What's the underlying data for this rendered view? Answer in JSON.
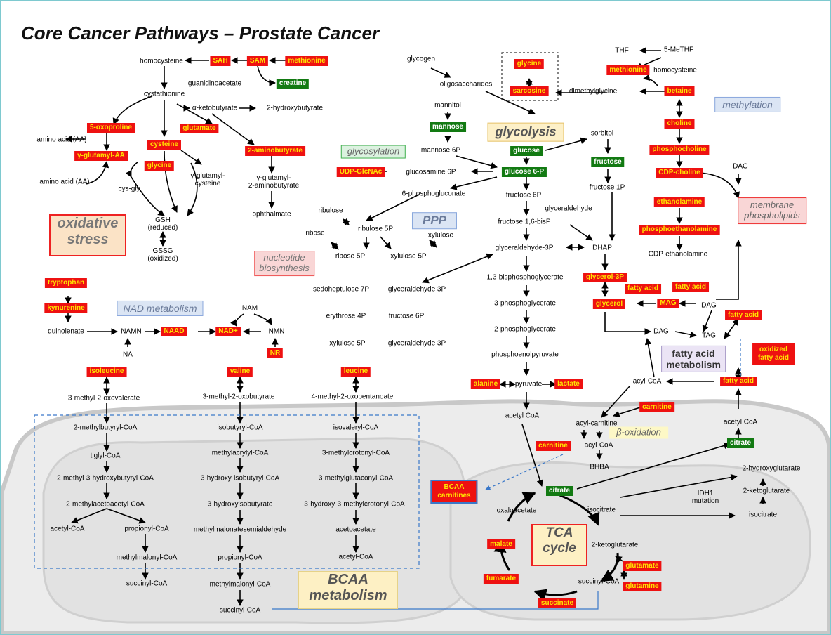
{
  "title": "Core Cancer Pathways – Prostate Cancer",
  "colors": {
    "red_box": "#ee1111",
    "red_text": "#ffe400",
    "green_box": "#127a12",
    "border": "#7ec9cf"
  },
  "labels": {
    "oxidative_stress": "oxidative\nstress",
    "nad_metabolism": "NAD metabolism",
    "glycosylation": "glycosylation",
    "glycolysis": "glycolysis",
    "ppp": "PPP",
    "nucleotide_biosynthesis": "nucleotide\nbiosynthesis",
    "methylation": "methylation",
    "membrane_phospholipids": "membrane\nphospholipids",
    "fatty_acid_metabolism": "fatty acid\nmetabolism",
    "beta_oxidation": "β-oxidation",
    "bcaa_metabolism": "BCAA\nmetabolism",
    "tca_cycle": "TCA\ncycle"
  },
  "red_metabolites": {
    "sah": "SAH",
    "sam": "SAM",
    "methionine_top": "methionine",
    "oxoproline": "5-oxoproline",
    "gamma_glutamyl_aa": "γ-glutamyl-AA",
    "glutamate_top": "glutamate",
    "cysteine": "cysteine",
    "glycine_left": "glycine",
    "aminobutyrate": "2-aminobutyrate",
    "udp_glcnac": "UDP-GlcNAc",
    "glycine_box": "glycine",
    "sarcosine": "sarcosine",
    "methionine_right": "methionine",
    "betaine": "betaine",
    "choline": "choline",
    "phosphocholine": "phosphocholine",
    "cdp_choline": "CDP-choline",
    "ethanolamine": "ethanolamine",
    "phosphoethanolamine": "phosphoethanolamine",
    "glycerol_3p": "glycerol-3P",
    "fatty_acid_1": "fatty acid",
    "fatty_acid_2": "fatty acid",
    "mag": "MAG",
    "glycerol": "glycerol",
    "fatty_acid_3": "fatty acid",
    "oxidized_fatty_acid": "oxidized\nfatty acid",
    "fatty_acid_4": "fatty acid",
    "tryptophan": "tryptophan",
    "kynurenine": "kynurenine",
    "naad": "NAAD",
    "nad_plus": "NAD+",
    "nr": "NR",
    "isoleucine": "isoleucine",
    "valine": "valine",
    "leucine": "leucine",
    "alanine": "alanine",
    "lactate": "lactate",
    "carnitine_1": "carnitine",
    "carnitine_2": "carnitine",
    "bcaa_carnitines": "BCAA\ncarnitines",
    "malate": "malate",
    "fumarate": "fumarate",
    "succinate": "succinate",
    "glutamate_tca": "glutamate",
    "glutamine": "glutamine"
  },
  "green_metabolites": {
    "creatine": "creatine",
    "mannose": "mannose",
    "glucose": "glucose",
    "glucose_6p": "glucose 6-P",
    "fructose": "fructose",
    "citrate_tca": "citrate",
    "citrate_right": "citrate"
  },
  "plain_metabolites": {
    "homocysteine_left": "homocysteine",
    "guanidinoacetate": "guanidinoacetate",
    "cystathionine": "cystathionine",
    "alpha_ketobutyrate": "α-ketobutyrate",
    "hydroxybutyrate_2": "2-hydroxybutyrate",
    "amino_acid_1": "amino acid (AA)",
    "amino_acid_2": "amino acid (AA)",
    "cys_gly": "cys-gly",
    "gamma_glutamyl_cysteine": "γ-glutamyl-\ncysteine",
    "gamma_glutamyl_aminobutyrate": "γ-glutamyl-\n2-aminobutyrate",
    "gsh": "GSH\n(reduced)",
    "gssg": "GSSG\n(oxidized)",
    "ophthalmate": "ophthalmate",
    "glycogen": "glycogen",
    "oligosaccharides": "oligosaccharides",
    "mannitol": "mannitol",
    "mannose_6p": "mannose 6P",
    "glucosamine_6p": "glucosamine 6P",
    "phosphogluconate": "6-phosphogluconate",
    "ribulose": "ribulose",
    "ribulose_5p": "ribulose 5P",
    "ribose": "ribose",
    "ribose_5p": "ribose 5P",
    "xylulose": "xylulose",
    "xylulose_5p": "xylulose 5P",
    "sedoheptulose_7p": "sedoheptulose 7P",
    "glyceraldehyde_3p_ppp": "glyceraldehyde 3P",
    "erythrose_4p": "erythrose 4P",
    "fructose_6p_ppp": "fructose 6P",
    "xylulose_5p_b": "xylulose 5P",
    "glyceraldehyde_3p_b": "glyceraldehyde 3P",
    "fructose_6p": "fructose 6P",
    "fructose_16bisp": "fructose 1,6-bisP",
    "glyceraldehyde_3p": "glyceraldehyde-3P",
    "bisphosphoglycerate": "1,3-bisphosphoglycerate",
    "phosphoglycerate_3": "3-phosphoglycerate",
    "phosphoglycerate_2": "2-phosphoglycerate",
    "pep": "phosphoenolpyruvate",
    "pyruvate": "pyruvate",
    "acetyl_coa_center": "acetyl CoA",
    "sorbitol": "sorbitol",
    "fructose_1p": "fructose 1P",
    "glyceraldehyde": "glyceraldehyde",
    "dhap": "DHAP",
    "dimethylglycine": "dimethylglycine",
    "thf": "THF",
    "methf": "5-MeTHF",
    "homocysteine_right": "homocysteine",
    "dag_top": "DAG",
    "cdp_ethanolamine": "CDP-ethanolamine",
    "dag_mid": "DAG",
    "dag_low": "DAG",
    "tag": "TAG",
    "acyl_coa_right": "acyl-CoA",
    "acyl_carnitine": "acyl-carnitine",
    "acyl_coa_beta": "acyl-CoA",
    "bhba": "BHBA",
    "acetyl_coa_right": "acetyl CoA",
    "hydroxyglutarate": "2-hydroxyglutarate",
    "ketoglutarate_right": "2-ketoglutarate",
    "idh1": "IDH1\nmutation",
    "isocitrate_right": "isocitrate",
    "oxaloacetate": "oxaloacetate",
    "isocitrate": "isocitrate",
    "ketoglutarate_tca": "2-ketoglutarate",
    "succinyl_coa_tca": "succinyl-CoA",
    "quinolenate": "quinolenate",
    "namn": "NAMN",
    "na": "NA",
    "nam": "NAM",
    "nmn": "NMN",
    "methyl_oxovalerate": "3-methyl-2-oxovalerate",
    "methylbutyryl_coa": "2-methylbutyryl-CoA",
    "tiglyl_coa": "tiglyl-CoA",
    "methyl_hydroxybutyryl_coa": "2-methyl-3-hydroxybutyryl-CoA",
    "methylacetoacetyl_coa": "2-methylacetoacetyl-CoA",
    "acetyl_coa_bcaa1": "acetyl-CoA",
    "propionyl_coa_1": "propionyl-CoA",
    "methylmalonyl_coa_1": "methylmalonyl-CoA",
    "succinyl_coa_1": "succinyl-CoA",
    "methyl_oxobutyrate": "3-methyl-2-oxobutyrate",
    "isobutyryl_coa": "isobutyryl-CoA",
    "methylacrylyl_coa": "methylacrylyl-CoA",
    "hydroxy_isobutyryl_coa": "3-hydroxy-isobutyryl-CoA",
    "hydroxyisobutyrate": "3-hydroxyisobutyrate",
    "mma_semialdehyde": "methylmalonatesemialdehyde",
    "propionyl_coa_2": "propionyl-CoA",
    "methylmalonyl_coa_2": "methylmalonyl-CoA",
    "succinyl_coa_2": "succinyl-CoA",
    "methyl_oxopentanoate": "4-methyl-2-oxopentanoate",
    "isovaleryl_coa": "isovaleryl-CoA",
    "methylcrotonyl_coa": "3-methylcrotonyl-CoA",
    "methylglutaconyl_coa": "3-methylglutaconyl-CoA",
    "hydroxy_methylcrotonyl_coa": "3-hydroxy-3-methylcrotonyl-CoA",
    "acetoacetate": "acetoacetate",
    "acetyl_coa_bcaa3": "acetyl-CoA"
  }
}
